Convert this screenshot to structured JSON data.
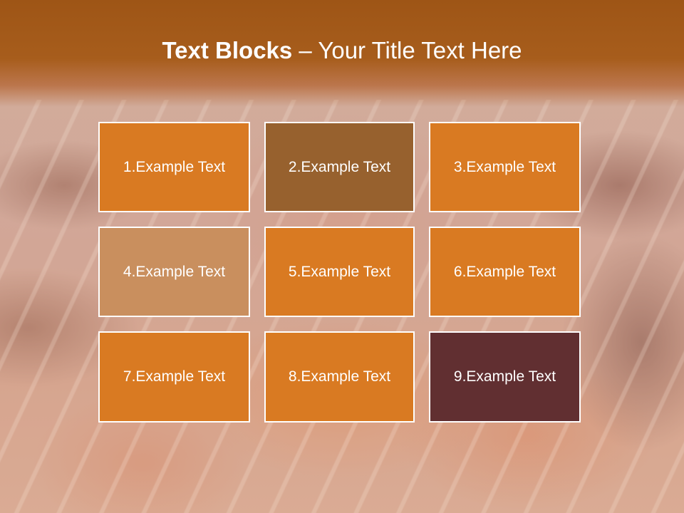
{
  "slide": {
    "title_bold": "Text Blocks",
    "title_separator": " – ",
    "title_rest": "Your Title Text Here"
  },
  "blocks": [
    {
      "label": "1.Example Text",
      "color": "#d97a22"
    },
    {
      "label": "2.Example Text",
      "color": "#97612e"
    },
    {
      "label": "3.Example Text",
      "color": "#d97a22"
    },
    {
      "label": "4.Example Text",
      "color": "#c98f5e"
    },
    {
      "label": "5.Example Text",
      "color": "#d97a22"
    },
    {
      "label": "6.Example Text",
      "color": "#d97a22"
    },
    {
      "label": "7.Example Text",
      "color": "#d97a22"
    },
    {
      "label": "8.Example Text",
      "color": "#d97a22"
    },
    {
      "label": "9.Example Text",
      "color": "#612f31"
    }
  ],
  "colors": {
    "title_band": "#a35a1a",
    "block_border": "#ffffff",
    "text": "#ffffff"
  }
}
